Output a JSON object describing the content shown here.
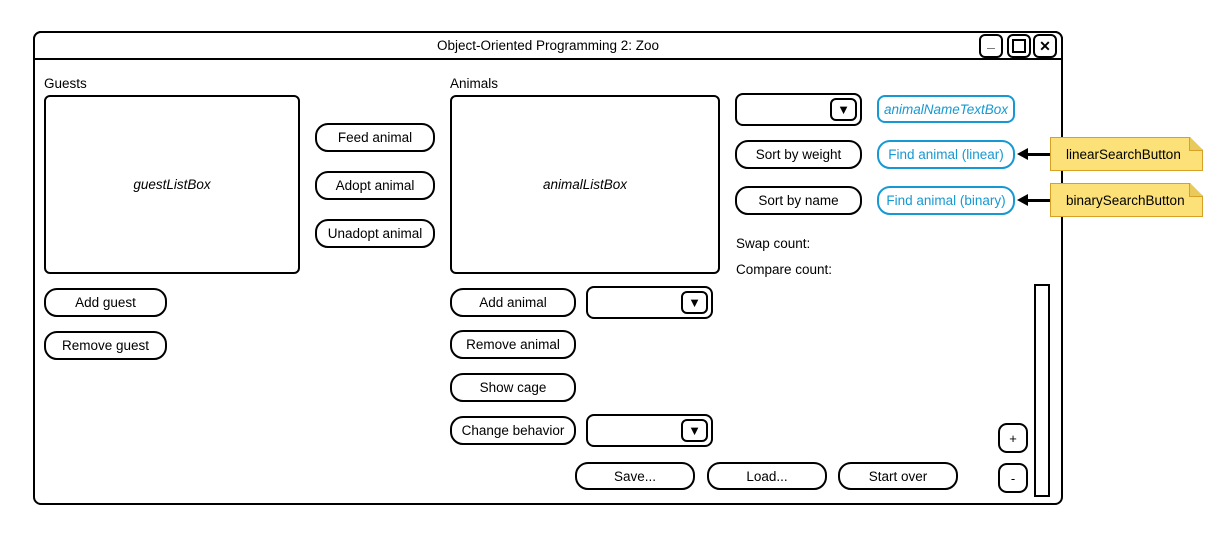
{
  "window": {
    "title": "Object-Oriented Programming 2: Zoo"
  },
  "icons": {
    "minimize": "_",
    "close": "✕",
    "dropdown": "▼"
  },
  "guests": {
    "section_label": "Guests",
    "listbox_placeholder": "guestListBox",
    "add_button": "Add guest",
    "remove_button": "Remove guest"
  },
  "guest_actions": {
    "feed_button": "Feed animal",
    "adopt_button": "Adopt animal",
    "unadopt_button": "Unadopt animal"
  },
  "animals": {
    "section_label": "Animals",
    "listbox_placeholder": "animalListBox",
    "add_button": "Add animal",
    "remove_button": "Remove animal",
    "show_cage_button": "Show cage",
    "change_behavior_button": "Change behavior"
  },
  "file_actions": {
    "save_button": "Save...",
    "load_button": "Load...",
    "start_over_button": "Start over"
  },
  "search": {
    "name_textbox_placeholder": "animalNameTextBox",
    "sort_weight_button": "Sort by weight",
    "sort_name_button": "Sort by name",
    "find_linear_button": "Find animal (linear)",
    "find_binary_button": "Find animal (binary)",
    "swap_count_label": "Swap count:",
    "compare_count_label": "Compare count:"
  },
  "annotations": {
    "linear_note": "linearSearchButton",
    "binary_note": "binarySearchButton"
  },
  "zoom_controls": {
    "plus": "+",
    "minus": "-"
  },
  "colors": {
    "accent_blue": "#1699D3",
    "note_fill": "#FBE177",
    "note_border": "#D6A125"
  }
}
